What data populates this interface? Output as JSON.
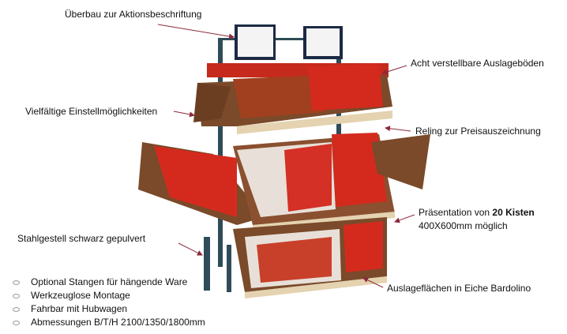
{
  "annotations": {
    "ueberbau": "Überbau zur Aktionsbeschriftung",
    "boeden": "Acht verstellbare Auslageböden",
    "einstell": "Vielfältige Einstellmöglichkeiten",
    "reling": "Reling zur Preisauszeichnung",
    "praesentation_prefix": "Präsentation von ",
    "praesentation_bold": "20 Kisten",
    "praesentation_line2": "400X600mm möglich",
    "stahl": "Stahlgestell schwarz gepulvert",
    "eiche": "Auslageflächen in Eiche Bardolino"
  },
  "features": [
    "Optional Stangen für hängende Ware",
    "Werkzeuglose Montage",
    "Fahrbar mit Hubwagen",
    "Abmessungen B/T/H 2100/1350/1800mm"
  ],
  "colors": {
    "frame": "#2f4c58",
    "wicker": "#7a4a2a",
    "product": "#d42a1e",
    "arrow": "#8a2a3a"
  }
}
